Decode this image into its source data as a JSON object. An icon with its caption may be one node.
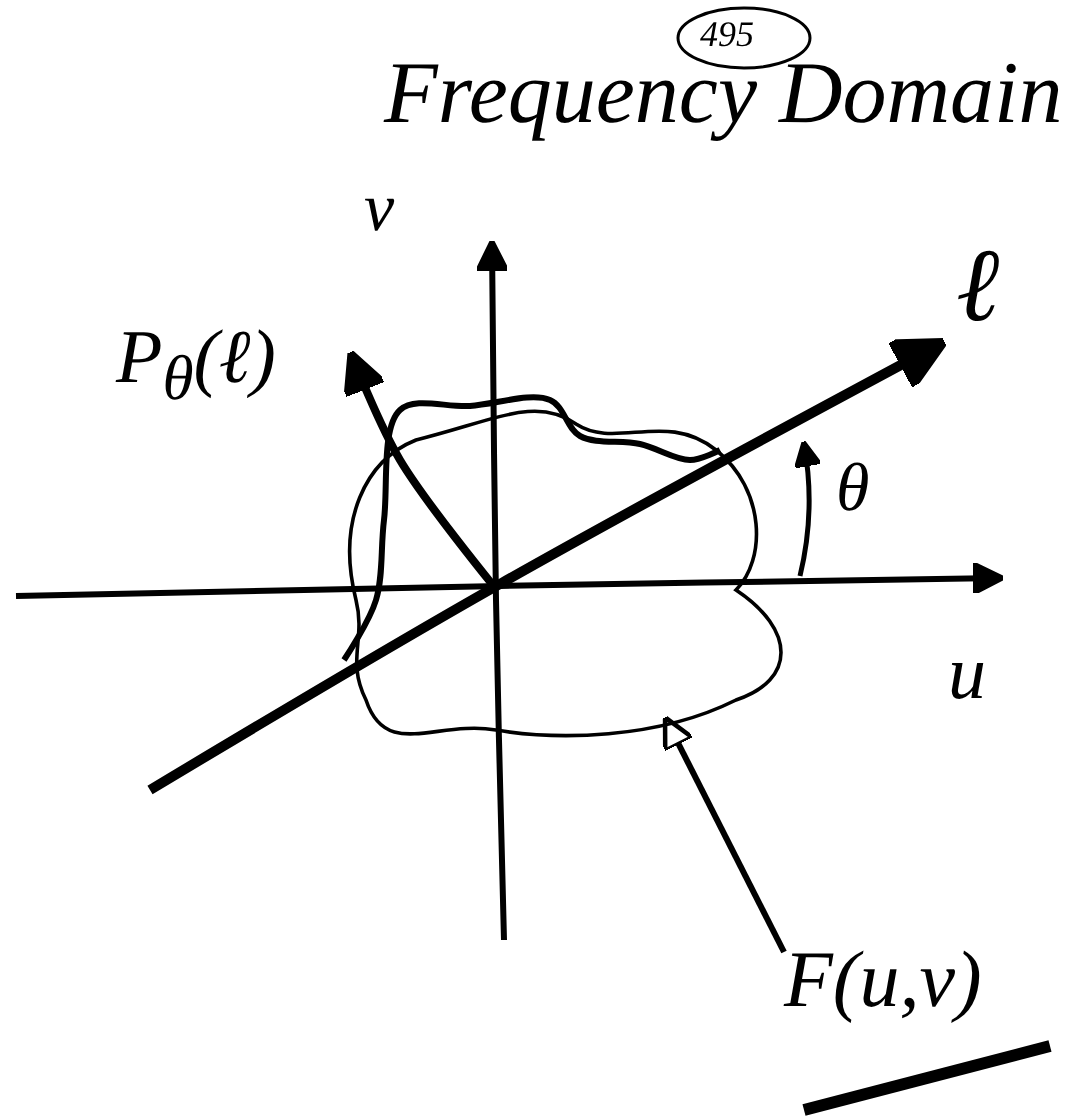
{
  "diagram": {
    "title": "Frequency Domain",
    "nodes": [
      {
        "text": [
          "F(u,v)"
        ]
      },
      {
        "text": [],
        "shape": "cloud"
      }
    ],
    "edges": [
      {
        "from": 0,
        "to": 1,
        "arrow": "to"
      }
    ],
    "labels": [
      "495",
      "v",
      "P$_{θ}$(ℓ)",
      "ℓ",
      "θ",
      "u"
    ]
  }
}
